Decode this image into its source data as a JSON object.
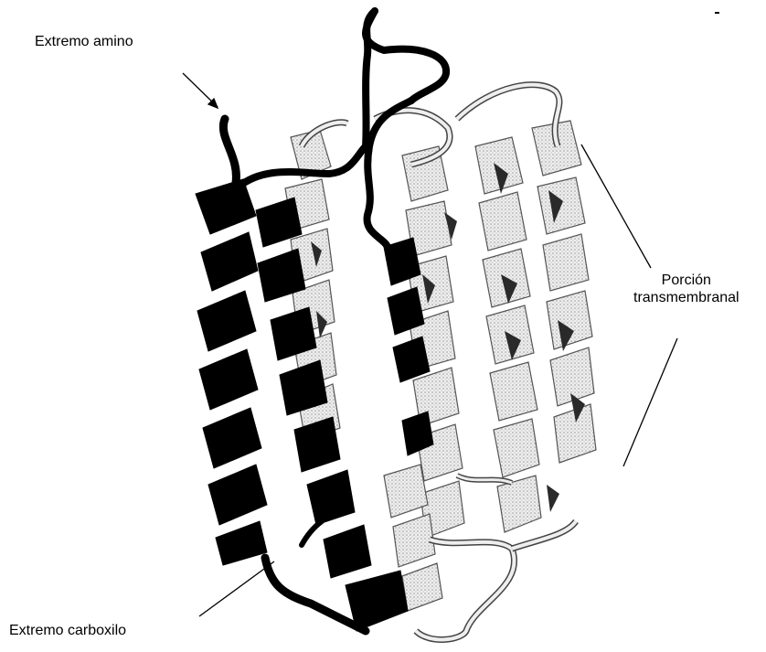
{
  "labels": {
    "amino": "Extremo amino",
    "carboxilo": "Extremo carboxilo",
    "transmembrane_line1": "Porción",
    "transmembrane_line2": "transmembranal"
  },
  "colors": {
    "background": "#ffffff",
    "highlighted_helices": "#000000",
    "other_helices": "#e2e2e2",
    "ribbon_shadow": "#5a5a5a"
  }
}
